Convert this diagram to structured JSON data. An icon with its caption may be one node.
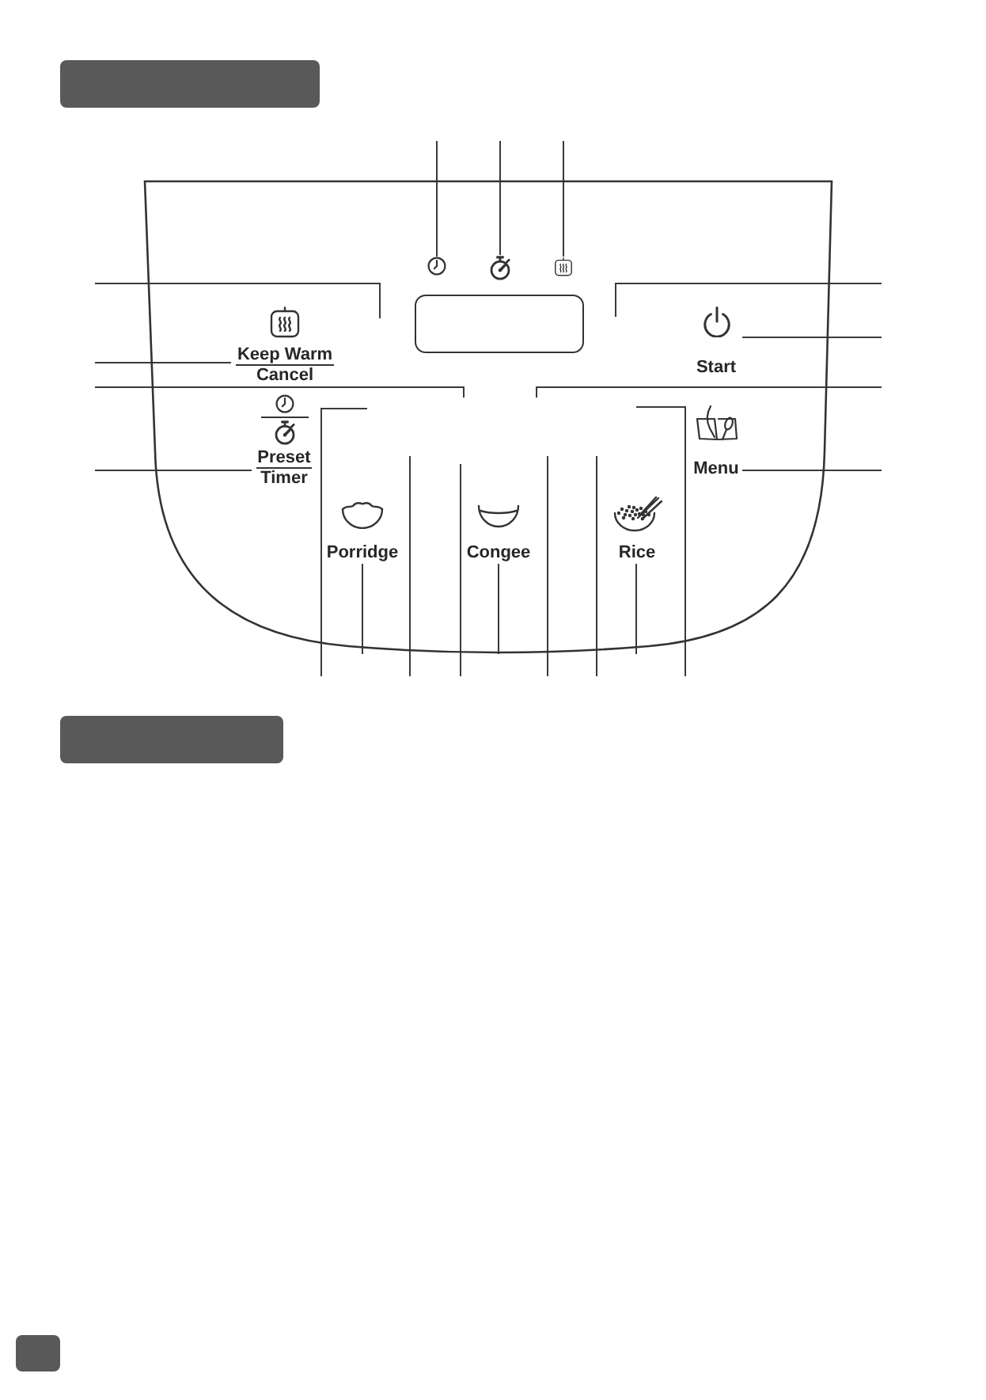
{
  "diagram": {
    "nodes": [
      {
        "text": [],
        "shape": "bar"
      },
      {
        "text": [],
        "shape": "box"
      },
      {
        "text": [],
        "shape": "picture",
        "in": 1
      },
      {
        "text": [],
        "shape": "picture",
        "in": 1
      },
      {
        "text": [],
        "shape": "picture",
        "in": 1
      },
      {
        "text": [],
        "shape": "box",
        "in": 1
      },
      {
        "text": [
          "Keep Warm",
          "Cancel"
        ],
        "in": 1
      },
      {
        "text": [
          "Start"
        ],
        "in": 1
      },
      {
        "text": [
          "Preset",
          "Timer"
        ],
        "in": 1
      },
      {
        "text": [
          "Menu"
        ],
        "in": 1
      },
      {
        "text": [
          "Porridge"
        ],
        "in": 1
      },
      {
        "text": [
          "Congee"
        ],
        "in": 1
      },
      {
        "text": [
          "Rice"
        ],
        "in": 1
      },
      {
        "text": [],
        "shape": "bar"
      }
    ],
    "edges": [
      {
        "from": null,
        "to": 2,
        "arrow": "none"
      },
      {
        "from": null,
        "to": 3,
        "arrow": "none"
      },
      {
        "from": null,
        "to": 4,
        "arrow": "none"
      },
      {
        "from": null,
        "to": 1,
        "arrow": "none"
      },
      {
        "from": null,
        "to": 6,
        "arrow": "none"
      },
      {
        "from": null,
        "to": 1,
        "arrow": "none"
      },
      {
        "from": null,
        "to": 8,
        "arrow": "none"
      },
      {
        "from": null,
        "to": 1,
        "arrow": "none"
      },
      {
        "from": null,
        "to": 7,
        "arrow": "none"
      },
      {
        "from": null,
        "to": 1,
        "arrow": "none"
      },
      {
        "from": null,
        "to": 9,
        "arrow": "none"
      },
      {
        "from": null,
        "to": 1,
        "arrow": "none"
      },
      {
        "from": null,
        "to": 10,
        "arrow": "none"
      },
      {
        "from": null,
        "to": 1,
        "arrow": "none"
      },
      {
        "from": null,
        "to": 1,
        "arrow": "none"
      },
      {
        "from": null,
        "to": 11,
        "arrow": "none"
      },
      {
        "from": null,
        "to": 1,
        "arrow": "none"
      },
      {
        "from": null,
        "to": 1,
        "arrow": "none"
      },
      {
        "from": null,
        "to": 12,
        "arrow": "none"
      },
      {
        "from": null,
        "to": 1,
        "arrow": "none"
      }
    ]
  }
}
